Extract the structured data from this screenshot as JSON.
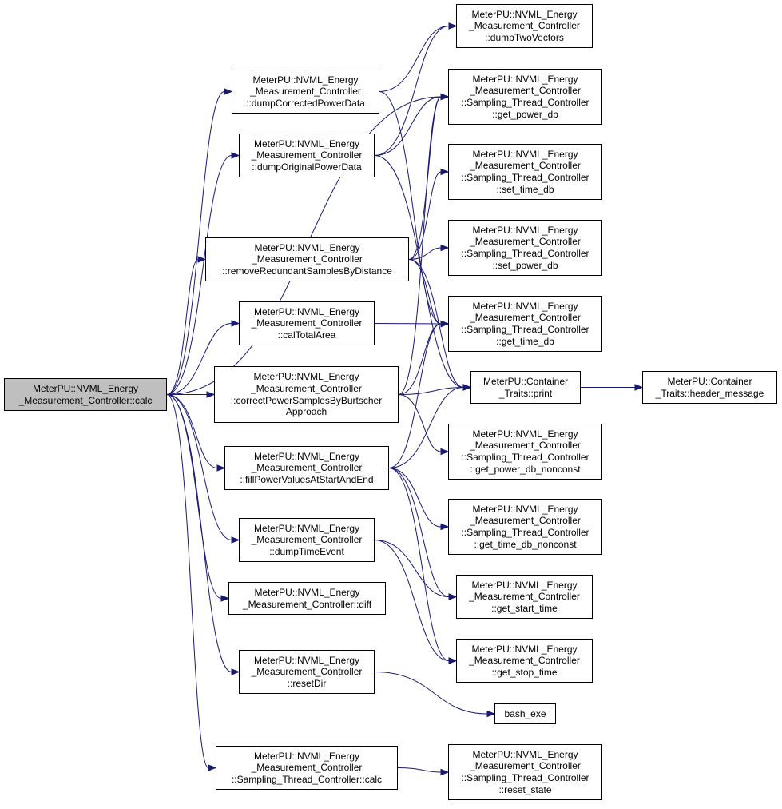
{
  "nodes": [
    {
      "id": "calc",
      "lines": [
        "MeterPU::NVML_Energy",
        "_Measurement_Controller::calc"
      ],
      "root": true
    },
    {
      "id": "dumpCorrected",
      "lines": [
        "MeterPU::NVML_Energy",
        "_Measurement_Controller",
        "::dumpCorrectedPowerData"
      ]
    },
    {
      "id": "dumpOriginal",
      "lines": [
        "MeterPU::NVML_Energy",
        "_Measurement_Controller",
        "::dumpOriginalPowerData"
      ]
    },
    {
      "id": "removeRedundant",
      "lines": [
        "MeterPU::NVML_Energy",
        "_Measurement_Controller",
        "::removeRedundantSamplesByDistance"
      ]
    },
    {
      "id": "calTotalArea",
      "lines": [
        "MeterPU::NVML_Energy",
        "_Measurement_Controller",
        "::calTotalArea"
      ]
    },
    {
      "id": "correctPower",
      "lines": [
        "MeterPU::NVML_Energy",
        "_Measurement_Controller",
        "::correctPowerSamplesByBurtscher",
        "Approach"
      ]
    },
    {
      "id": "fillPower",
      "lines": [
        "MeterPU::NVML_Energy",
        "_Measurement_Controller",
        "::fillPowerValuesAtStartAndEnd"
      ]
    },
    {
      "id": "dumpTimeEvent",
      "lines": [
        "MeterPU::NVML_Energy",
        "_Measurement_Controller",
        "::dumpTimeEvent"
      ]
    },
    {
      "id": "diff",
      "lines": [
        "MeterPU::NVML_Energy",
        "_Measurement_Controller::diff"
      ]
    },
    {
      "id": "resetDir",
      "lines": [
        "MeterPU::NVML_Energy",
        "_Measurement_Controller",
        "::resetDir"
      ]
    },
    {
      "id": "stcCalc",
      "lines": [
        "MeterPU::NVML_Energy",
        "_Measurement_Controller",
        "::Sampling_Thread_Controller::calc"
      ]
    },
    {
      "id": "dumpTwoVectors",
      "lines": [
        "MeterPU::NVML_Energy",
        "_Measurement_Controller",
        "::dumpTwoVectors"
      ]
    },
    {
      "id": "getPowerDb",
      "lines": [
        "MeterPU::NVML_Energy",
        "_Measurement_Controller",
        "::Sampling_Thread_Controller",
        "::get_power_db"
      ]
    },
    {
      "id": "setTimeDb",
      "lines": [
        "MeterPU::NVML_Energy",
        "_Measurement_Controller",
        "::Sampling_Thread_Controller",
        "::set_time_db"
      ]
    },
    {
      "id": "setPowerDb",
      "lines": [
        "MeterPU::NVML_Energy",
        "_Measurement_Controller",
        "::Sampling_Thread_Controller",
        "::set_power_db"
      ]
    },
    {
      "id": "getTimeDb",
      "lines": [
        "MeterPU::NVML_Energy",
        "_Measurement_Controller",
        "::Sampling_Thread_Controller",
        "::get_time_db"
      ]
    },
    {
      "id": "print",
      "lines": [
        "MeterPU::Container",
        "_Traits::print"
      ]
    },
    {
      "id": "headerMessage",
      "lines": [
        "MeterPU::Container",
        "_Traits::header_message"
      ]
    },
    {
      "id": "getPowerDbNonconst",
      "lines": [
        "MeterPU::NVML_Energy",
        "_Measurement_Controller",
        "::Sampling_Thread_Controller",
        "::get_power_db_nonconst"
      ]
    },
    {
      "id": "getTimeDbNonconst",
      "lines": [
        "MeterPU::NVML_Energy",
        "_Measurement_Controller",
        "::Sampling_Thread_Controller",
        "::get_time_db_nonconst"
      ]
    },
    {
      "id": "getStartTime",
      "lines": [
        "MeterPU::NVML_Energy",
        "_Measurement_Controller",
        "::get_start_time"
      ]
    },
    {
      "id": "getStopTime",
      "lines": [
        "MeterPU::NVML_Energy",
        "_Measurement_Controller",
        "::get_stop_time"
      ]
    },
    {
      "id": "bashExe",
      "lines": [
        "bash_exe"
      ]
    },
    {
      "id": "resetState",
      "lines": [
        "MeterPU::NVML_Energy",
        "_Measurement_Controller",
        "::Sampling_Thread_Controller",
        "::reset_state"
      ]
    }
  ],
  "edges": [
    [
      "calc",
      "dumpCorrected"
    ],
    [
      "calc",
      "dumpOriginal"
    ],
    [
      "calc",
      "removeRedundant"
    ],
    [
      "calc",
      "calTotalArea"
    ],
    [
      "calc",
      "correctPower"
    ],
    [
      "calc",
      "fillPower"
    ],
    [
      "calc",
      "dumpTimeEvent"
    ],
    [
      "calc",
      "diff"
    ],
    [
      "calc",
      "resetDir"
    ],
    [
      "calc",
      "stcCalc"
    ],
    [
      "calc",
      "getPowerDb"
    ],
    [
      "dumpCorrected",
      "dumpTwoVectors"
    ],
    [
      "dumpCorrected",
      "getTimeDb"
    ],
    [
      "dumpOriginal",
      "dumpTwoVectors"
    ],
    [
      "dumpOriginal",
      "getPowerDb"
    ],
    [
      "dumpOriginal",
      "print"
    ],
    [
      "removeRedundant",
      "getPowerDb"
    ],
    [
      "removeRedundant",
      "setTimeDb"
    ],
    [
      "removeRedundant",
      "setPowerDb"
    ],
    [
      "removeRedundant",
      "getTimeDb"
    ],
    [
      "removeRedundant",
      "print"
    ],
    [
      "calTotalArea",
      "getTimeDb"
    ],
    [
      "correctPower",
      "getTimeDb"
    ],
    [
      "correctPower",
      "print"
    ],
    [
      "correctPower",
      "getPowerDbNonconst"
    ],
    [
      "correctPower",
      "getPowerDb"
    ],
    [
      "fillPower",
      "print"
    ],
    [
      "fillPower",
      "getTimeDb"
    ],
    [
      "fillPower",
      "getTimeDbNonconst"
    ],
    [
      "fillPower",
      "getStartTime"
    ],
    [
      "fillPower",
      "getStopTime"
    ],
    [
      "dumpTimeEvent",
      "getStartTime"
    ],
    [
      "dumpTimeEvent",
      "getStopTime"
    ],
    [
      "resetDir",
      "bashExe"
    ],
    [
      "stcCalc",
      "resetState"
    ],
    [
      "print",
      "headerMessage"
    ]
  ],
  "colors": {
    "edge": "#191970",
    "root_fill": "#bfbfbf",
    "node_fill": "#ffffff",
    "border": "#000000"
  }
}
